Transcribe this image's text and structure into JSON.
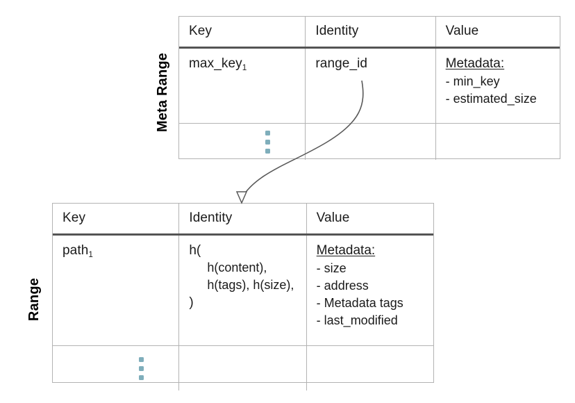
{
  "diagram": {
    "title": "Meta Range and Range key-value table layout",
    "colors": {
      "table_border": "#b3b3b3",
      "header_rule": "#545454",
      "dots": "#7FAEBB",
      "connector": "#595959",
      "text": "#1a1a1a"
    }
  },
  "meta_range": {
    "side_label": "Meta Range",
    "columns": [
      "Key",
      "Identity",
      "Value"
    ],
    "rows": [
      {
        "key": "max_key",
        "key_subscript": "1",
        "identity": "range_id",
        "value_heading": "Metadata:",
        "value_items": "- min_key\n- estimated_size"
      },
      {
        "key": "vertical-ellipsis",
        "identity": "",
        "value": ""
      }
    ]
  },
  "range": {
    "side_label": "Range",
    "columns": [
      "Key",
      "Identity",
      "Value"
    ],
    "rows": [
      {
        "key": "path",
        "key_subscript": "1",
        "identity_open": "h(",
        "identity_inner": "h(content),\nh(tags),\nh(size),",
        "identity_close": ")",
        "value_heading": "Metadata:",
        "value_items": "- size\n- address\n- Metadata tags\n- last_modified"
      },
      {
        "key": "vertical-ellipsis",
        "identity": "",
        "value": ""
      }
    ]
  },
  "connector": {
    "name": "range-id-to-range-table-arrow",
    "from": "range_id",
    "to": "Range table",
    "arrowhead": "hollow-triangle"
  }
}
